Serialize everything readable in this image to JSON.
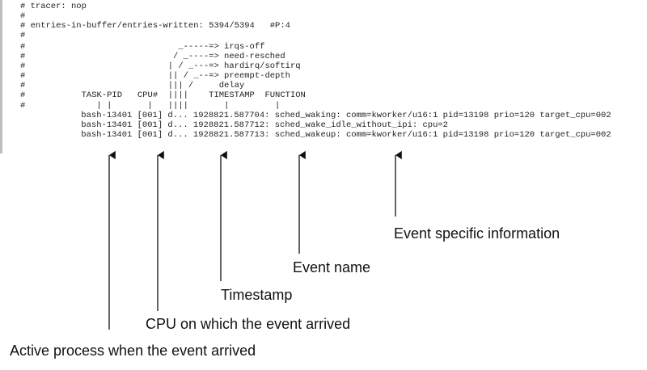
{
  "terminal": {
    "tracer_line": "# tracer: nop",
    "blank1": "#",
    "entries_line": "# entries-in-buffer/entries-written: 5394/5394   #P:4",
    "blank2": "#",
    "legend_irqs": "#                              _-----=> irqs-off",
    "legend_resched": "#                             / _----=> need-resched",
    "legend_hardirq": "#                            | / _---=> hardirq/softirq",
    "legend_preempt": "#                            || / _--=> preempt-depth",
    "legend_delay": "#                            ||| /     delay",
    "header_line": "#           TASK-PID   CPU#  ||||    TIMESTAMP  FUNCTION",
    "bars_line": "#              | |       |   ||||       |         |",
    "rows": [
      "           bash-13401 [001] d... 1928821.587704: sched_waking: comm=kworker/u16:1 pid=13198 prio=120 target_cpu=002",
      "           bash-13401 [001] d... 1928821.587712: sched_wake_idle_without_ipi: cpu=2",
      "           bash-13401 [001] d... 1928821.587713: sched_wakeup: comm=kworker/u16:1 pid=13198 prio=120 target_cpu=002"
    ]
  },
  "annotations": {
    "event_specific": "Event specific information",
    "event_name": "Event name",
    "timestamp": "Timestamp",
    "cpu": "CPU on which the event arrived",
    "active_process": "Active process when the event arrived"
  },
  "colors": {
    "text": "#1f1f1f",
    "arrow": "#111111",
    "terminal_border": "#bdbdbd"
  }
}
